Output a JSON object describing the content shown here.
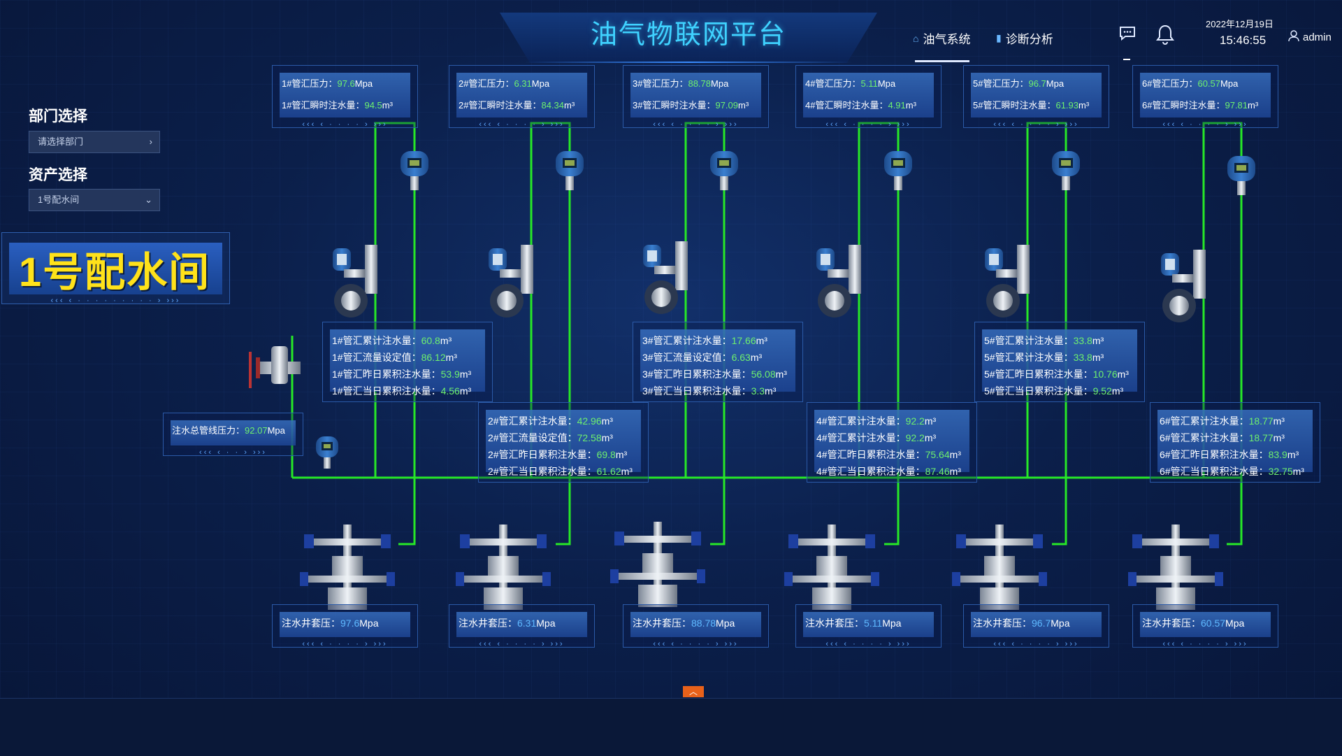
{
  "header": {
    "title": "油气物联网平台",
    "nav": [
      {
        "label": "油气系统",
        "icon": "home-icon"
      },
      {
        "label": "诊断分析",
        "icon": "bar-chart-icon"
      }
    ],
    "date": "2022年12月19日",
    "time": "15:46:55",
    "user": "admin"
  },
  "sidebar": {
    "dept_label": "部门选择",
    "dept_placeholder": "请选择部门",
    "asset_label": "资产选择",
    "asset_value": "1号配水间"
  },
  "room": {
    "title": "1号配水间"
  },
  "total_pressure": {
    "label": "注水总管线压力：",
    "value": "92.07",
    "unit": "Mpa"
  },
  "manifolds_top": [
    {
      "p_label": "1#管汇压力：",
      "p_value": "97.6",
      "p_unit": "Mpa",
      "f_label": "1#管汇瞬时注水量：",
      "f_value": "94.5",
      "f_unit": "m³"
    },
    {
      "p_label": "2#管汇压力：",
      "p_value": "6.31",
      "p_unit": "Mpa",
      "f_label": "2#管汇瞬时注水量：",
      "f_value": "84.34",
      "f_unit": "m³"
    },
    {
      "p_label": "3#管汇压力：",
      "p_value": "88.78",
      "p_unit": "Mpa",
      "f_label": "3#管汇瞬时注水量：",
      "f_value": "97.09",
      "f_unit": "m³"
    },
    {
      "p_label": "4#管汇压力：",
      "p_value": "5.11",
      "p_unit": "Mpa",
      "f_label": "4#管汇瞬时注水量：",
      "f_value": "4.91",
      "f_unit": "m³"
    },
    {
      "p_label": "5#管汇压力：",
      "p_value": "96.7",
      "p_unit": "Mpa",
      "f_label": "5#管汇瞬时注水量：",
      "f_value": "61.93",
      "f_unit": "m³"
    },
    {
      "p_label": "6#管汇压力：",
      "p_value": "60.57",
      "p_unit": "Mpa",
      "f_label": "6#管汇瞬时注水量：",
      "f_value": "97.81",
      "f_unit": "m³"
    }
  ],
  "manifolds_detail": [
    {
      "lines": [
        {
          "label": "1#管汇累计注水量：",
          "value": "60.8",
          "unit": "m³"
        },
        {
          "label": "1#管汇流量设定值：",
          "value": "86.12",
          "unit": "m³"
        },
        {
          "label": "1#管汇昨日累积注水量：",
          "value": "53.9",
          "unit": "m³"
        },
        {
          "label": "1#管汇当日累积注水量：",
          "value": "4.56",
          "unit": "m³"
        }
      ]
    },
    {
      "lines": [
        {
          "label": "2#管汇累计注水量：",
          "value": "42.96",
          "unit": "m³"
        },
        {
          "label": "2#管汇流量设定值：",
          "value": "72.58",
          "unit": "m³"
        },
        {
          "label": "2#管汇昨日累积注水量：",
          "value": "69.8",
          "unit": "m³"
        },
        {
          "label": "2#管汇当日累积注水量：",
          "value": "61.62",
          "unit": "m³"
        }
      ]
    },
    {
      "lines": [
        {
          "label": "3#管汇累计注水量：",
          "value": "17.66",
          "unit": "m³"
        },
        {
          "label": "3#管汇流量设定值：",
          "value": "6.63",
          "unit": "m³"
        },
        {
          "label": "3#管汇昨日累积注水量：",
          "value": "56.08",
          "unit": "m³"
        },
        {
          "label": "3#管汇当日累积注水量：",
          "value": "3.3",
          "unit": "m³"
        }
      ]
    },
    {
      "lines": [
        {
          "label": "4#管汇累计注水量：",
          "value": "92.2",
          "unit": "m³"
        },
        {
          "label": "4#管汇累计注水量：",
          "value": "92.2",
          "unit": "m³"
        },
        {
          "label": "4#管汇昨日累积注水量：",
          "value": "75.64",
          "unit": "m³"
        },
        {
          "label": "4#管汇当日累积注水量：",
          "value": "87.46",
          "unit": "m³"
        }
      ]
    },
    {
      "lines": [
        {
          "label": "5#管汇累计注水量：",
          "value": "33.8",
          "unit": "m³"
        },
        {
          "label": "5#管汇累计注水量：",
          "value": "33.8",
          "unit": "m³"
        },
        {
          "label": "5#管汇昨日累积注水量：",
          "value": "10.76",
          "unit": "m³"
        },
        {
          "label": "5#管汇当日累积注水量：",
          "value": "9.52",
          "unit": "m³"
        }
      ]
    },
    {
      "lines": [
        {
          "label": "6#管汇累计注水量：",
          "value": "18.77",
          "unit": "m³"
        },
        {
          "label": "6#管汇累计注水量：",
          "value": "18.77",
          "unit": "m³"
        },
        {
          "label": "6#管汇昨日累积注水量：",
          "value": "83.9",
          "unit": "m³"
        },
        {
          "label": "6#管汇当日累积注水量：",
          "value": "32.75",
          "unit": "m³"
        }
      ]
    }
  ],
  "wells": [
    {
      "label": "注水井套压：",
      "value": "97.6",
      "unit": "Mpa"
    },
    {
      "label": "注水井套压：",
      "value": "6.31",
      "unit": "Mpa"
    },
    {
      "label": "注水井套压：",
      "value": "88.78",
      "unit": "Mpa"
    },
    {
      "label": "注水井套压：",
      "value": "5.11",
      "unit": "Mpa"
    },
    {
      "label": "注水井套压：",
      "value": "96.7",
      "unit": "Mpa"
    },
    {
      "label": "注水井套压：",
      "value": "60.57",
      "unit": "Mpa"
    }
  ],
  "colors": {
    "pipe": "#27e827",
    "accent": "#3fd2ff",
    "room_title": "#ffe21a",
    "value": "#6ef06e"
  }
}
